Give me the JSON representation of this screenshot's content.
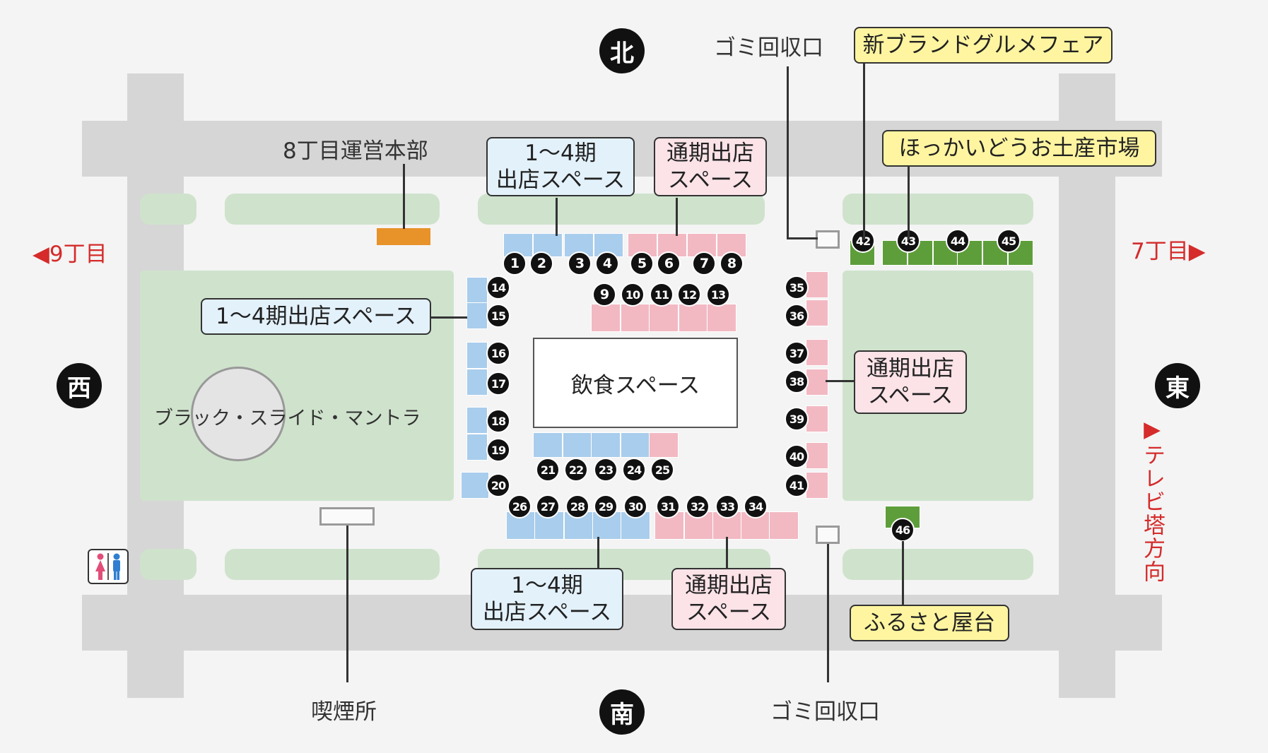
{
  "compass": {
    "north": "北",
    "south": "南",
    "west": "西",
    "east": "東"
  },
  "directions": {
    "west": "◀9丁目",
    "east": "7丁目▶",
    "tv_tower": "▶テレビ塔方向"
  },
  "labels": {
    "hq": "8丁目運営本部",
    "smoking": "喫煙所",
    "garbage_top": "ゴミ回収口",
    "garbage_bottom": "ゴミ回収口",
    "sculpture": "ブラック・スライド・マントラ",
    "dining": "飲食スペース"
  },
  "callouts": {
    "period_top": "1～4期\n出店スペース",
    "period_left": "1～4期出店スペース",
    "period_bottom": "1～4期\n出店スペース",
    "full_top": "通期出店\nスペース",
    "full_right": "通期出店\nスペース",
    "full_bottom": "通期出店\nスペース",
    "gourmet": "新ブランドグルメフェア",
    "souvenir": "ほっかいどうお土産市場",
    "yatai": "ふるさと屋台"
  },
  "booths": [
    "1",
    "2",
    "3",
    "4",
    "5",
    "6",
    "7",
    "8",
    "9",
    "10",
    "11",
    "12",
    "13",
    "14",
    "15",
    "16",
    "17",
    "18",
    "19",
    "20",
    "21",
    "22",
    "23",
    "24",
    "25",
    "26",
    "27",
    "28",
    "29",
    "30",
    "31",
    "32",
    "33",
    "34",
    "35",
    "36",
    "37",
    "38",
    "39",
    "40",
    "41",
    "42",
    "43",
    "44",
    "45",
    "46"
  ],
  "legend": {
    "restroom": "restroom-icon"
  },
  "colors": {
    "period_stall": "#a9cdec",
    "full_stall": "#f2b9c3",
    "green_stall": "#5d9e3a",
    "accent_red": "#d52b2b",
    "hq": "#e8922a"
  }
}
